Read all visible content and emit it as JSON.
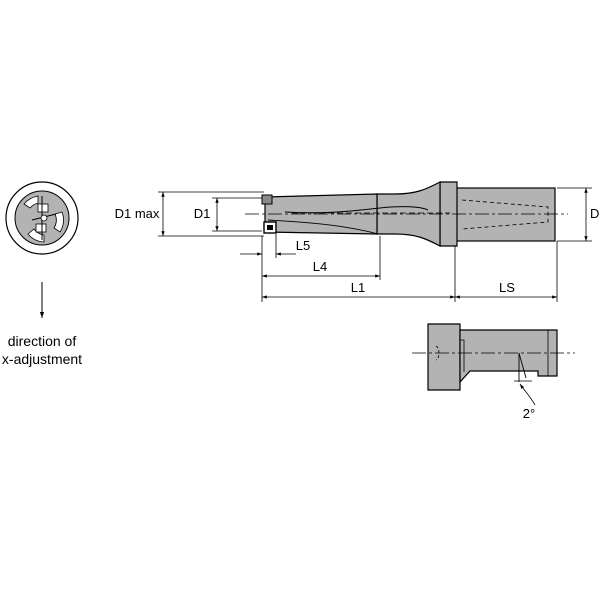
{
  "labels": {
    "d1max": "D1 max",
    "d1": "D1",
    "d": "D",
    "l5": "L5",
    "l4": "L4",
    "l1": "L1",
    "ls": "LS",
    "angle": "2°",
    "direction_line1": "direction of",
    "direction_line2": "x-adjustment"
  },
  "colors": {
    "line": "#000000",
    "tool_fill": "#b3b3b3",
    "tool_dark": "#8a8a8a",
    "background": "#ffffff"
  }
}
